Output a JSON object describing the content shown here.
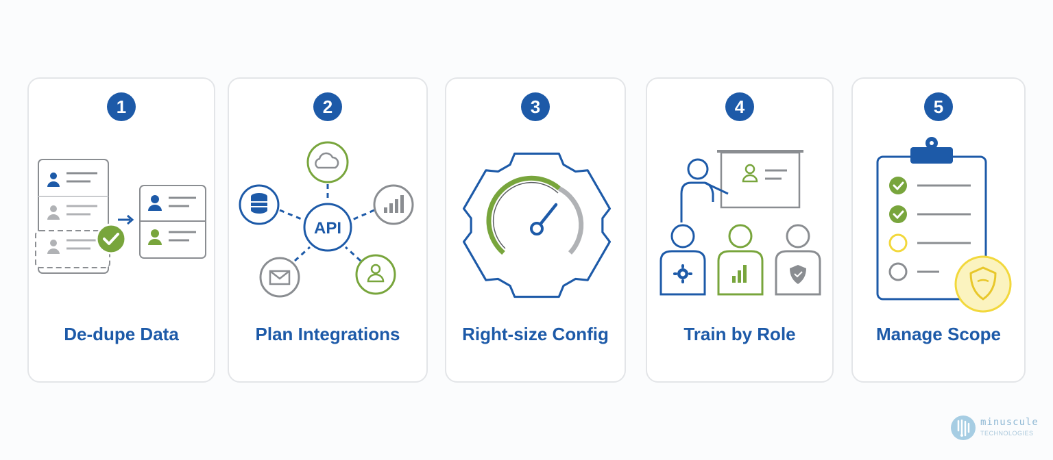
{
  "steps": [
    {
      "number": "1",
      "label": "De-dupe Data",
      "icon": "dedupe-records-icon"
    },
    {
      "number": "2",
      "label": "Plan Integrations",
      "icon": "api-hub-icon"
    },
    {
      "number": "3",
      "label": "Right-size Config",
      "icon": "gear-gauge-icon"
    },
    {
      "number": "4",
      "label": "Train by Role",
      "icon": "trainer-audience-icon"
    },
    {
      "number": "5",
      "label": "Manage Scope",
      "icon": "clipboard-checklist-icon"
    }
  ],
  "api_label": "API",
  "logo": {
    "name": "minuscule",
    "sub": "TECHNOLOGIES"
  },
  "colors": {
    "blue": "#1d5aa8",
    "green": "#78a53c",
    "gray": "#8a8d91",
    "yellow": "#f2d83c",
    "border": "#e3e5e8"
  }
}
